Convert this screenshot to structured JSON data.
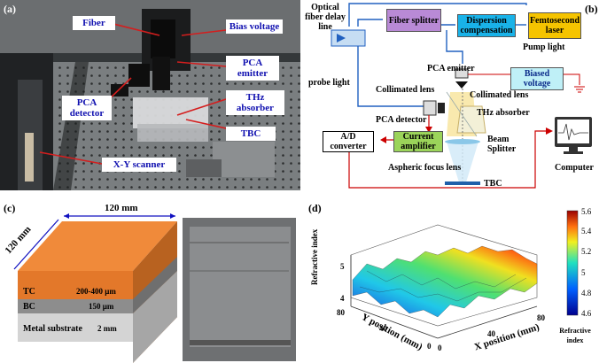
{
  "panel_a": {
    "label": "(a)",
    "annotations": {
      "fiber": "Fiber",
      "bias_voltage": "Bias voltage",
      "pca_emitter": "PCA emitter",
      "pca_detector": "PCA detector",
      "thz_absorber": "THz absorber",
      "tbc": "TBC",
      "xy_scanner": "X-Y scanner"
    }
  },
  "panel_b": {
    "label": "(b)",
    "boxes": {
      "fiber_splitter": "Fiber splitter",
      "dispersion": "Dispersion compensation",
      "femto": "Femtosecond laser",
      "biased_voltage": "Biased voltage",
      "current_amp": "Current amplifier",
      "ad_converter": "A/D converter"
    },
    "texts": {
      "optical_delay": "Optical fiber delay line",
      "pump_light": "Pump light",
      "probe_light": "probe light",
      "pca_emitter": "PCA emitter",
      "collimated_left": "Collimated lens",
      "collimated_right": "Collimated lens",
      "pca_detector": "PCA detector",
      "thz_absorber": "THz absorber",
      "beam_splitter": "Beam Splitter",
      "aspheric": "Aspheric focus lens",
      "computer": "Computer",
      "tbc": "TBC"
    },
    "colors": {
      "fiber_splitter": "#b98ad6",
      "dispersion": "#19b2e8",
      "femto": "#f5c400",
      "biased_voltage": "#bff0f7",
      "current_amp": "#9bd45a",
      "ad_converter": "#ffffff",
      "signal_line": "#e02020",
      "optic_line": "#2060c0"
    }
  },
  "panel_c": {
    "label": "(c)",
    "dim_top": "120 mm",
    "dim_side": "120 mm",
    "layers": [
      {
        "name": "TC",
        "thickness": "200-400 μm",
        "color": "#f08a3a"
      },
      {
        "name": "BC",
        "thickness": "150 μm",
        "color": "#8d8d8d"
      },
      {
        "name": "Metal substrate",
        "thickness": "2 mm",
        "color": "#d4d4d4"
      }
    ]
  },
  "panel_d": {
    "label": "(d)",
    "z_label": "Refractive index",
    "x_label": "X position (mm)",
    "y_label": "Y position (mm)",
    "z_ticks": [
      "4",
      "5"
    ],
    "x_ticks": [
      "0",
      "40",
      "80"
    ],
    "y_ticks": [
      "80",
      "40",
      "0"
    ],
    "colorbar_ticks": [
      "5.6",
      "5.4",
      "5.2",
      "5",
      "4.8",
      "4.6"
    ],
    "colorbar_title": "Refractive index"
  },
  "chart_data": {
    "type": "surface",
    "xlabel": "X position (mm)",
    "ylabel": "Y position (mm)",
    "zlabel": "Refractive index",
    "xlim": [
      0,
      80
    ],
    "ylim": [
      0,
      80
    ],
    "zlim": [
      4,
      5.6
    ],
    "colorbar_range": [
      4.6,
      5.6
    ]
  }
}
